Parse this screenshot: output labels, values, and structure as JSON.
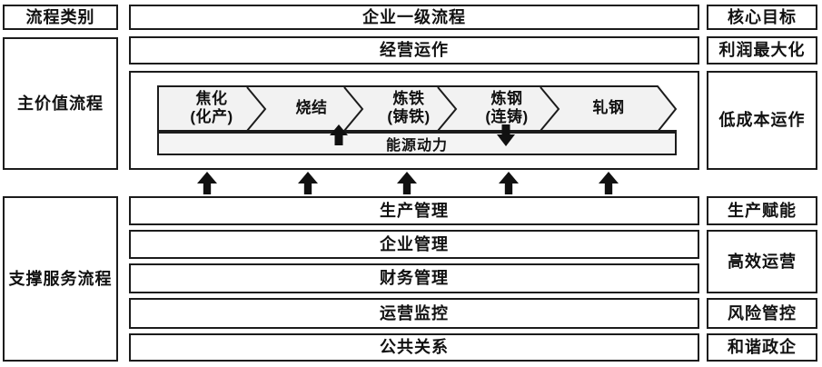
{
  "header": {
    "process_category": "流程类别",
    "enterprise_level1": "企业一级流程",
    "core_goals": "核心目标"
  },
  "categories": {
    "main_value": "主价值流程",
    "support_service": "支撑服务流程"
  },
  "main_value": {
    "operation_row": "经营运作",
    "chevrons": [
      {
        "line1": "焦化",
        "line2": "(化产)"
      },
      {
        "line1": "烧结",
        "line2": ""
      },
      {
        "line1": "炼铁",
        "line2": "(铸铁)"
      },
      {
        "line1": "炼钢",
        "line2": "(连铸)"
      },
      {
        "line1": "轧钢",
        "line2": ""
      }
    ],
    "energy_bar": "能源动力"
  },
  "support_rows": [
    {
      "label": "生产管理"
    },
    {
      "label": "企业管理"
    },
    {
      "label": "财务管理"
    },
    {
      "label": "运营监控"
    },
    {
      "label": "公共关系"
    }
  ],
  "goals": {
    "profit_max": "利润最大化",
    "low_cost": "低成本运作",
    "production_enable": "生产赋能",
    "efficient_operation": "高效运营",
    "risk_control": "风险管控",
    "harmonious_gov": "和谐政企"
  },
  "colors": {
    "border": "#1c1c1c",
    "chevron_fill": "#f2f2f2",
    "energy_bar_fill": "#f4f4f4",
    "arrow": "#111111",
    "background": "#ffffff"
  }
}
